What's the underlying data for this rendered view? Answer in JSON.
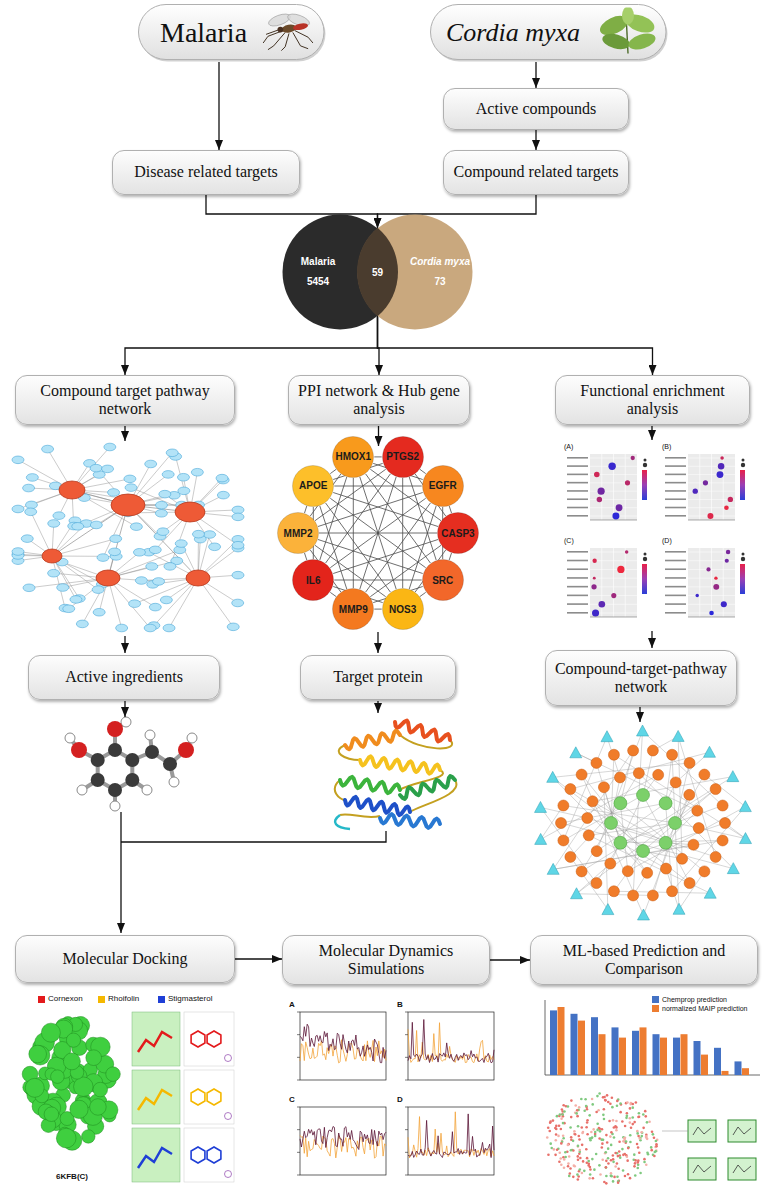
{
  "diagram": {
    "nodes": [
      {
        "text": [
          "Malaria"
        ]
      },
      {
        "text": [
          "Cordia myxa"
        ]
      },
      {
        "text": [
          "Active compounds"
        ]
      },
      {
        "text": [
          "Disease related targets"
        ]
      },
      {
        "text": [
          "Compound related targets"
        ]
      },
      {
        "text": [
          "Malaria",
          "5454"
        ]
      },
      {
        "text": [
          "Cordia myxa",
          "73"
        ]
      },
      {
        "text": [
          "Compound target pathway network"
        ]
      },
      {
        "text": [
          "PPI network & Hub gene analysis"
        ]
      },
      {
        "text": [
          "Functional enrichment analysis"
        ]
      },
      {
        "text": [
          "HMOX1"
        ]
      },
      {
        "text": [
          "PTGS2"
        ]
      },
      {
        "text": [
          "EGFR"
        ]
      },
      {
        "text": [
          "CASP3"
        ]
      },
      {
        "text": [
          "SRC"
        ]
      },
      {
        "text": [
          "NOS3"
        ]
      },
      {
        "text": [
          "MMP9"
        ]
      },
      {
        "text": [
          "IL6"
        ]
      },
      {
        "text": [
          "MMP2"
        ]
      },
      {
        "text": [
          "APOE"
        ]
      },
      {
        "text": [
          "Active ingredients"
        ]
      },
      {
        "text": [
          "Target protein"
        ]
      },
      {
        "text": [
          "Compound-target-pathway network"
        ]
      },
      {
        "text": [
          "Molecular Docking"
        ]
      },
      {
        "text": [
          "Molecular Dynamics Simulations"
        ]
      },
      {
        "text": [
          "ML-based Prediction and Comparison"
        ]
      }
    ],
    "edges": [
      {
        "from": 0,
        "to": 3,
        "arrow": "to"
      },
      {
        "from": 1,
        "to": 2,
        "arrow": "to"
      },
      {
        "from": 2,
        "to": 4,
        "arrow": "to"
      },
      {
        "from": 3,
        "to": 5,
        "arrow": "to"
      },
      {
        "from": 4,
        "to": 5,
        "arrow": "to"
      },
      {
        "from": 5,
        "to": 7,
        "arrow": "to"
      },
      {
        "from": 5,
        "to": 8,
        "arrow": "to"
      },
      {
        "from": 5,
        "to": 9,
        "arrow": "to"
      },
      {
        "from": 10,
        "to": 11,
        "arrow": "none"
      },
      {
        "from": 10,
        "to": 12,
        "arrow": "none"
      },
      {
        "from": 10,
        "to": 13,
        "arrow": "none"
      },
      {
        "from": 10,
        "to": 14,
        "arrow": "none"
      },
      {
        "from": 10,
        "to": 15,
        "arrow": "none"
      },
      {
        "from": 10,
        "to": 16,
        "arrow": "none"
      },
      {
        "from": 10,
        "to": 17,
        "arrow": "none"
      },
      {
        "from": 10,
        "to": 18,
        "arrow": "none"
      },
      {
        "from": 10,
        "to": 19,
        "arrow": "none"
      },
      {
        "from": 11,
        "to": 12,
        "arrow": "none"
      },
      {
        "from": 11,
        "to": 13,
        "arrow": "none"
      },
      {
        "from": 11,
        "to": 14,
        "arrow": "none"
      },
      {
        "from": 11,
        "to": 15,
        "arrow": "none"
      },
      {
        "from": 11,
        "to": 16,
        "arrow": "none"
      },
      {
        "from": 11,
        "to": 17,
        "arrow": "none"
      },
      {
        "from": 11,
        "to": 18,
        "arrow": "none"
      },
      {
        "from": 11,
        "to": 19,
        "arrow": "none"
      },
      {
        "from": 12,
        "to": 13,
        "arrow": "none"
      },
      {
        "from": 12,
        "to": 14,
        "arrow": "none"
      },
      {
        "from": 12,
        "to": 15,
        "arrow": "none"
      },
      {
        "from": 12,
        "to": 16,
        "arrow": "none"
      },
      {
        "from": 12,
        "to": 17,
        "arrow": "none"
      },
      {
        "from": 12,
        "to": 18,
        "arrow": "none"
      },
      {
        "from": 12,
        "to": 19,
        "arrow": "none"
      },
      {
        "from": 13,
        "to": 14,
        "arrow": "none"
      },
      {
        "from": 13,
        "to": 15,
        "arrow": "none"
      },
      {
        "from": 13,
        "to": 16,
        "arrow": "none"
      },
      {
        "from": 13,
        "to": 17,
        "arrow": "none"
      },
      {
        "from": 13,
        "to": 18,
        "arrow": "none"
      },
      {
        "from": 13,
        "to": 19,
        "arrow": "none"
      },
      {
        "from": 14,
        "to": 15,
        "arrow": "none"
      },
      {
        "from": 14,
        "to": 16,
        "arrow": "none"
      },
      {
        "from": 14,
        "to": 17,
        "arrow": "none"
      },
      {
        "from": 14,
        "to": 18,
        "arrow": "none"
      },
      {
        "from": 14,
        "to": 19,
        "arrow": "none"
      },
      {
        "from": 15,
        "to": 16,
        "arrow": "none"
      },
      {
        "from": 15,
        "to": 17,
        "arrow": "none"
      },
      {
        "from": 15,
        "to": 18,
        "arrow": "none"
      },
      {
        "from": 15,
        "to": 19,
        "arrow": "none"
      },
      {
        "from": 16,
        "to": 17,
        "arrow": "none"
      },
      {
        "from": 16,
        "to": 18,
        "arrow": "none"
      },
      {
        "from": 16,
        "to": 19,
        "arrow": "none"
      },
      {
        "from": 17,
        "to": 18,
        "arrow": "none"
      },
      {
        "from": 17,
        "to": 19,
        "arrow": "none"
      },
      {
        "from": 18,
        "to": 19,
        "arrow": "none"
      },
      {
        "from": 23,
        "to": 24,
        "arrow": "to"
      },
      {
        "from": 24,
        "to": 25,
        "arrow": "to"
      }
    ],
    "labels": [
      "59",
      "(A)",
      "(B)",
      "(C)",
      "(D)",
      "6KFB(C)",
      "A",
      "B",
      "C",
      "D"
    ],
    "legend": [
      {
        "text": "Cornexon",
        "color": "#e31a1c"
      },
      {
        "text": "Rhoifolin",
        "color": "#f5b800"
      },
      {
        "text": "Stigmasterol",
        "color": "#1f3fd6"
      },
      {
        "text": "Chemprop prediction",
        "color": "#4472c4"
      },
      {
        "text": "normalized MAIP prediction",
        "color": "#ed7d31"
      }
    ]
  }
}
